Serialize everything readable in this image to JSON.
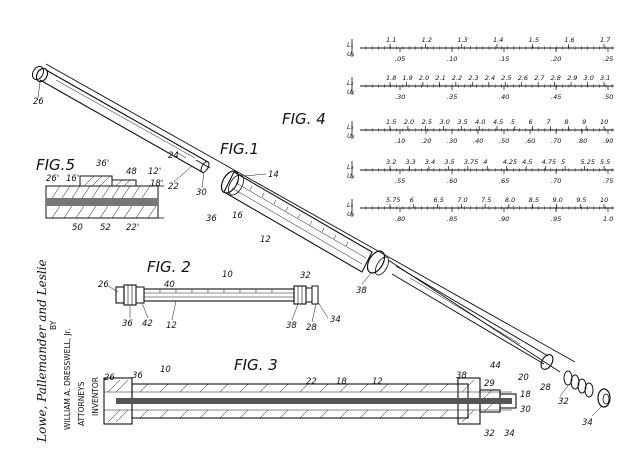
{
  "figures": {
    "fig1": "FIG.1",
    "fig2": "FIG. 2",
    "fig3": "FIG. 3",
    "fig4": "FIG. 4",
    "fig5": "FIG.5"
  },
  "refs": {
    "fig1": [
      {
        "t": "26"
      },
      {
        "t": "24"
      },
      {
        "t": "22"
      },
      {
        "t": "30"
      },
      {
        "t": "14"
      },
      {
        "t": "36"
      },
      {
        "t": "16"
      },
      {
        "t": "12"
      },
      {
        "t": "38"
      },
      {
        "t": "44"
      },
      {
        "t": "20"
      },
      {
        "t": "28"
      },
      {
        "t": "18"
      },
      {
        "t": "32"
      },
      {
        "t": "34"
      }
    ],
    "fig2": [
      {
        "t": "10"
      },
      {
        "t": "26"
      },
      {
        "t": "40"
      },
      {
        "t": "32"
      },
      {
        "t": "36"
      },
      {
        "t": "42"
      },
      {
        "t": "12"
      },
      {
        "t": "38"
      },
      {
        "t": "28"
      },
      {
        "t": "34"
      }
    ],
    "fig3": [
      {
        "t": "10"
      },
      {
        "t": "26"
      },
      {
        "t": "36"
      },
      {
        "t": "22"
      },
      {
        "t": "18"
      },
      {
        "t": "12"
      },
      {
        "t": "38"
      },
      {
        "t": "29"
      },
      {
        "t": "30"
      },
      {
        "t": "32"
      },
      {
        "t": "34"
      }
    ],
    "fig5": [
      {
        "t": "26'"
      },
      {
        "t": "16'"
      },
      {
        "t": "36'"
      },
      {
        "t": "48"
      },
      {
        "t": "12'"
      },
      {
        "t": "18'"
      },
      {
        "t": "50"
      },
      {
        "t": "52"
      },
      {
        "t": "22'"
      }
    ]
  },
  "scales": [
    {
      "upper_label": "L₁",
      "lower_label": "U₁",
      "upper": [
        "1.1",
        "1.2",
        "1.3",
        "1.4",
        "1.5",
        "1.6",
        "1.7"
      ],
      "lower": [
        ".05",
        ".10",
        ".15",
        ".20",
        ".25"
      ]
    },
    {
      "upper_label": "L₂",
      "lower_label": "U₂",
      "upper": [
        "1.8",
        "1.9",
        "2.0",
        "2.1",
        "2.2",
        "2.3",
        "2.4",
        "2.5",
        "2.6",
        "2.7",
        "2.8",
        "2.9",
        "3.0",
        "3.1"
      ],
      "lower": [
        ".30",
        ".35",
        ".40",
        ".45",
        ".50"
      ]
    },
    {
      "upper_label": "L₃",
      "lower_label": "U₃",
      "upper": [
        "1.5",
        "2.0",
        "2.5",
        "3.0",
        "3.5",
        "4.0",
        "4.5",
        "5",
        "6",
        "7",
        "8",
        "9",
        "10"
      ],
      "lower": [
        ".10",
        ".20",
        ".30",
        ".40",
        ".50",
        ".60",
        ".70",
        ".80",
        ".90"
      ]
    },
    {
      "upper_label": "L₄",
      "lower_label": "U₄",
      "upper": [
        "3.2",
        "3.3",
        "3.4",
        "3.5",
        "3.75",
        "4",
        "4.25",
        "4.5",
        "4.75",
        "5",
        "5.25",
        "5.5"
      ],
      "lower": [
        ".55",
        ".60",
        ".65",
        ".70",
        ".75"
      ]
    },
    {
      "upper_label": "L₅",
      "lower_label": "U₅",
      "upper": [
        "5.75",
        "6",
        "6.5",
        "7.0",
        "7.5",
        "8.0",
        "8.5",
        "9.0",
        "9.5",
        "10"
      ],
      "lower": [
        ".80",
        ".85",
        ".90",
        ".95",
        "1.0"
      ]
    }
  ],
  "inventor": {
    "name": "WILLIAM A. DRESSWELL, Jr.",
    "role": "INVENTOR",
    "by": "BY",
    "firm": "Lowe, Pallemander and Leslie",
    "attorneys": "ATTORNEYS"
  }
}
